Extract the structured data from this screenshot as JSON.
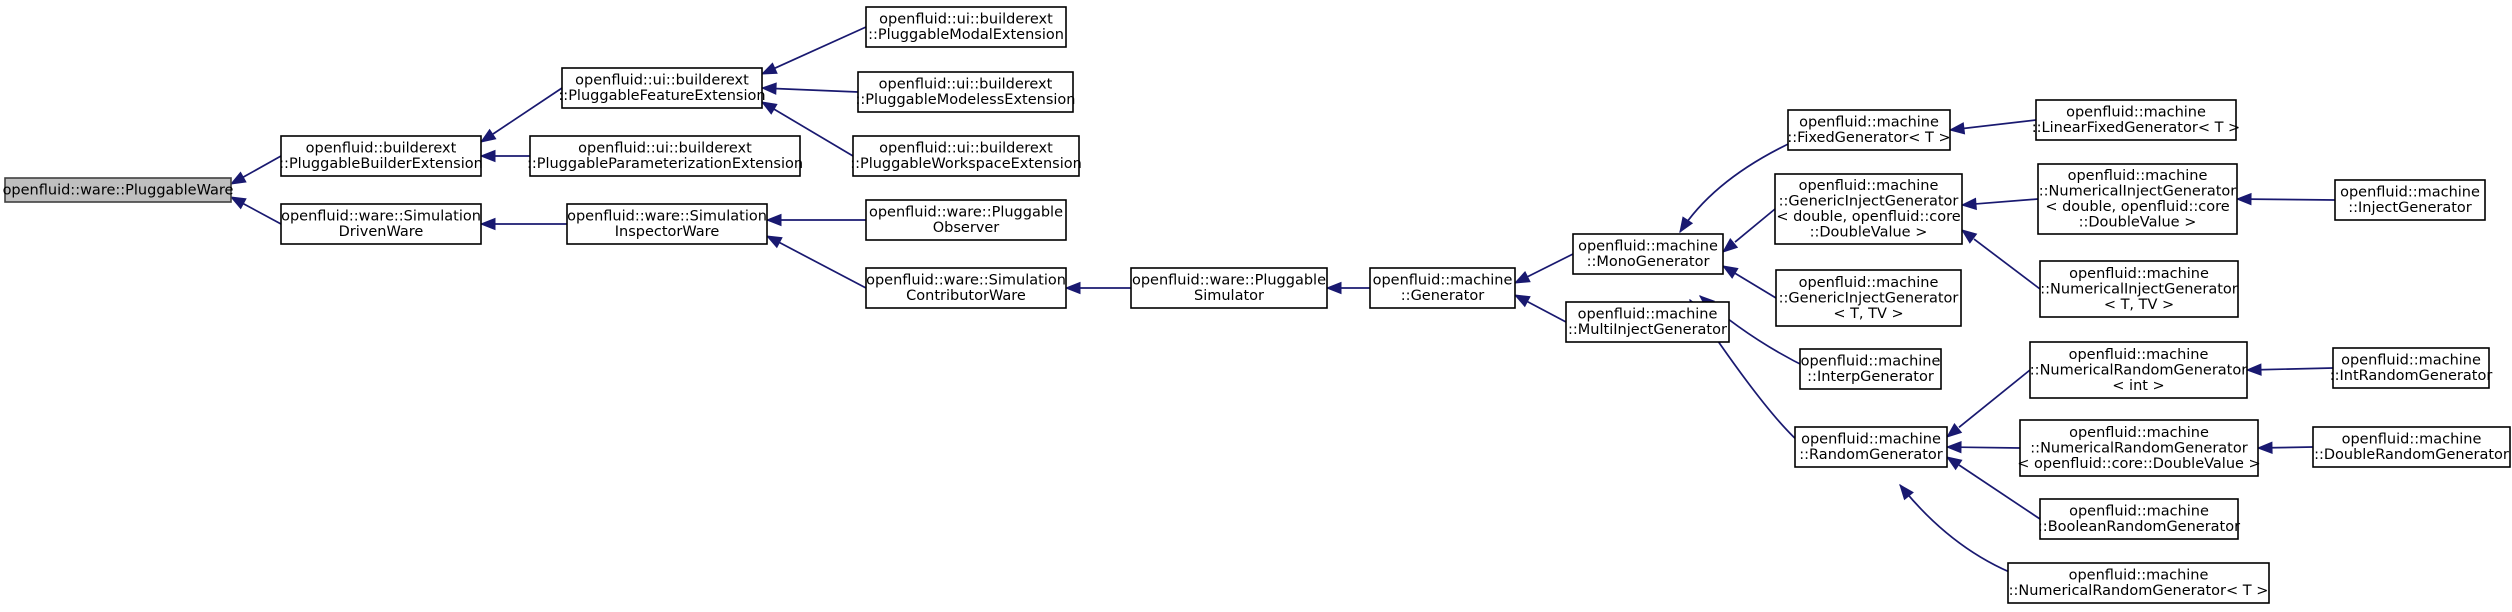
{
  "diagram": {
    "nodes": [
      {
        "id": "root",
        "lines": [
          "openfluid::ware::PluggableWare"
        ]
      },
      {
        "id": "builderext",
        "lines": [
          "openfluid::builderext",
          "::PluggableBuilderExtension"
        ]
      },
      {
        "id": "simdriven",
        "lines": [
          "openfluid::ware::Simulation",
          "DrivenWare"
        ]
      },
      {
        "id": "feature",
        "lines": [
          "openfluid::ui::builderext",
          "::PluggableFeatureExtension"
        ]
      },
      {
        "id": "param",
        "lines": [
          "openfluid::ui::builderext",
          "::PluggableParameterizationExtension"
        ]
      },
      {
        "id": "modal",
        "lines": [
          "openfluid::ui::builderext",
          "::PluggableModalExtension"
        ]
      },
      {
        "id": "modeless",
        "lines": [
          "openfluid::ui::builderext",
          "::PluggableModelessExtension"
        ]
      },
      {
        "id": "workspace",
        "lines": [
          "openfluid::ui::builderext",
          "::PluggableWorkspaceExtension"
        ]
      },
      {
        "id": "inspector",
        "lines": [
          "openfluid::ware::Simulation",
          "InspectorWare"
        ]
      },
      {
        "id": "observer",
        "lines": [
          "openfluid::ware::Pluggable",
          "Observer"
        ]
      },
      {
        "id": "contributor",
        "lines": [
          "openfluid::ware::Simulation",
          "ContributorWare"
        ]
      },
      {
        "id": "simulator",
        "lines": [
          "openfluid::ware::Pluggable",
          "Simulator"
        ]
      },
      {
        "id": "generator",
        "lines": [
          "openfluid::machine",
          "::Generator"
        ]
      },
      {
        "id": "mono",
        "lines": [
          "openfluid::machine",
          "::MonoGenerator"
        ]
      },
      {
        "id": "multi",
        "lines": [
          "openfluid::machine",
          "::MultiInjectGenerator"
        ]
      },
      {
        "id": "fixed",
        "lines": [
          "openfluid::machine",
          "::FixedGenerator< T >"
        ]
      },
      {
        "id": "genericDouble",
        "lines": [
          "openfluid::machine",
          "::GenericInjectGenerator",
          "< double, openfluid::core",
          "::DoubleValue >"
        ]
      },
      {
        "id": "genericT",
        "lines": [
          "openfluid::machine",
          "::GenericInjectGenerator",
          "< T, TV >"
        ]
      },
      {
        "id": "interp",
        "lines": [
          "openfluid::machine",
          "::InterpGenerator"
        ]
      },
      {
        "id": "random",
        "lines": [
          "openfluid::machine",
          "::RandomGenerator"
        ]
      },
      {
        "id": "linearFixed",
        "lines": [
          "openfluid::machine",
          "::LinearFixedGenerator< T >"
        ]
      },
      {
        "id": "numInjDouble",
        "lines": [
          "openfluid::machine",
          "::NumericalInjectGenerator",
          "< double, openfluid::core",
          "::DoubleValue >"
        ]
      },
      {
        "id": "numInjT",
        "lines": [
          "openfluid::machine",
          "::NumericalInjectGenerator",
          "< T, TV >"
        ]
      },
      {
        "id": "inject",
        "lines": [
          "openfluid::machine",
          "::InjectGenerator"
        ]
      },
      {
        "id": "numRandInt",
        "lines": [
          "openfluid::machine",
          "::NumericalRandomGenerator",
          "< int >"
        ]
      },
      {
        "id": "numRandDouble",
        "lines": [
          "openfluid::machine",
          "::NumericalRandomGenerator",
          "< openfluid::core::DoubleValue >"
        ]
      },
      {
        "id": "boolRand",
        "lines": [
          "openfluid::machine",
          "::BooleanRandomGenerator"
        ]
      },
      {
        "id": "numRandT",
        "lines": [
          "openfluid::machine",
          "::NumericalRandomGenerator< T >"
        ]
      },
      {
        "id": "intRand",
        "lines": [
          "openfluid::machine",
          "::IntRandomGenerator"
        ]
      },
      {
        "id": "doubleRand",
        "lines": [
          "openfluid::machine",
          "::DoubleRandomGenerator"
        ]
      }
    ],
    "edges": [
      [
        "builderext",
        "root"
      ],
      [
        "simdriven",
        "root"
      ],
      [
        "feature",
        "builderext"
      ],
      [
        "param",
        "builderext"
      ],
      [
        "modal",
        "feature"
      ],
      [
        "modeless",
        "feature"
      ],
      [
        "workspace",
        "feature"
      ],
      [
        "inspector",
        "simdriven"
      ],
      [
        "observer",
        "inspector"
      ],
      [
        "contributor",
        "inspector"
      ],
      [
        "simulator",
        "contributor"
      ],
      [
        "generator",
        "simulator"
      ],
      [
        "mono",
        "generator"
      ],
      [
        "multi",
        "generator"
      ],
      [
        "fixed",
        "mono"
      ],
      [
        "linearFixed",
        "fixed"
      ],
      [
        "genericDouble",
        "mono"
      ],
      [
        "genericT",
        "mono"
      ],
      [
        "interp",
        "mono"
      ],
      [
        "random",
        "mono"
      ],
      [
        "numInjDouble",
        "genericDouble"
      ],
      [
        "numInjT",
        "genericDouble"
      ],
      [
        "inject",
        "numInjDouble"
      ],
      [
        "numRandInt",
        "random"
      ],
      [
        "numRandDouble",
        "random"
      ],
      [
        "boolRand",
        "random"
      ],
      [
        "numRandT",
        "random"
      ],
      [
        "intRand",
        "numRandInt"
      ],
      [
        "doubleRand",
        "numRandDouble"
      ]
    ]
  }
}
